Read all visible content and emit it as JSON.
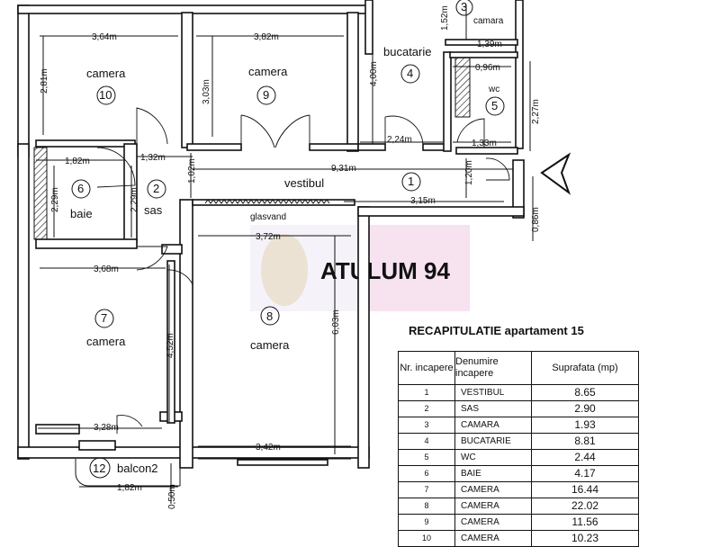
{
  "watermark": "ATULUM 94",
  "rooms": {
    "camera10": {
      "name": "camera",
      "num": "10",
      "w": "3,64m",
      "h": "2,81m"
    },
    "camera9": {
      "name": "camera",
      "num": "9",
      "w": "3,82m",
      "h": "3,03m"
    },
    "bucatarie": {
      "name": "bucatarie",
      "num": "4",
      "h": "4,00m",
      "w": "2,24m"
    },
    "camara": {
      "name": "camara",
      "num": "3",
      "h": "1,52m",
      "w": "1,39m"
    },
    "wc": {
      "name": "wc",
      "num": "5",
      "w": "0,96m",
      "h": "2,27m",
      "w2": "1,33m"
    },
    "baie": {
      "name": "baie",
      "num": "6",
      "w": "1,82m",
      "h": "2,29m"
    },
    "sas": {
      "name": "sas",
      "num": "2",
      "w": "1,32m",
      "h": "2,29m"
    },
    "vestibul": {
      "name": "vestibul",
      "num": "1",
      "w": "9,31m",
      "h1": "1,02m",
      "h2": "1,20m",
      "w2": "3,15m",
      "h3": "0,86m"
    },
    "camera7": {
      "name": "camera",
      "num": "7",
      "w": "3,68m",
      "h": "4,52m",
      "w2": "3,28m"
    },
    "camera8": {
      "name": "camera",
      "num": "8",
      "w": "3,72m",
      "h": "6,03m",
      "w2": "3,42m",
      "note": "glasvand"
    },
    "balcon": {
      "name": "balcon2",
      "num": "12",
      "w": "1,82m",
      "h": "0,50m"
    }
  },
  "recap": {
    "title": "RECAPITULATIE apartament 15",
    "headers": [
      "Nr. incapere",
      "Denumire incapere",
      "Suprafata (mp)"
    ],
    "rows": [
      {
        "nr": "1",
        "name": "VESTIBUL",
        "area": "8.65"
      },
      {
        "nr": "2",
        "name": "SAS",
        "area": "2.90"
      },
      {
        "nr": "3",
        "name": "CAMARA",
        "area": "1.93"
      },
      {
        "nr": "4",
        "name": "BUCATARIE",
        "area": "8.81"
      },
      {
        "nr": "5",
        "name": "WC",
        "area": "2.44"
      },
      {
        "nr": "6",
        "name": "BAIE",
        "area": "4.17"
      },
      {
        "nr": "7",
        "name": "CAMERA",
        "area": "16.44"
      },
      {
        "nr": "8",
        "name": "CAMERA",
        "area": "22.02"
      },
      {
        "nr": "9",
        "name": "CAMERA",
        "area": "11.56"
      },
      {
        "nr": "10",
        "name": "CAMERA",
        "area": "10.23"
      }
    ]
  }
}
